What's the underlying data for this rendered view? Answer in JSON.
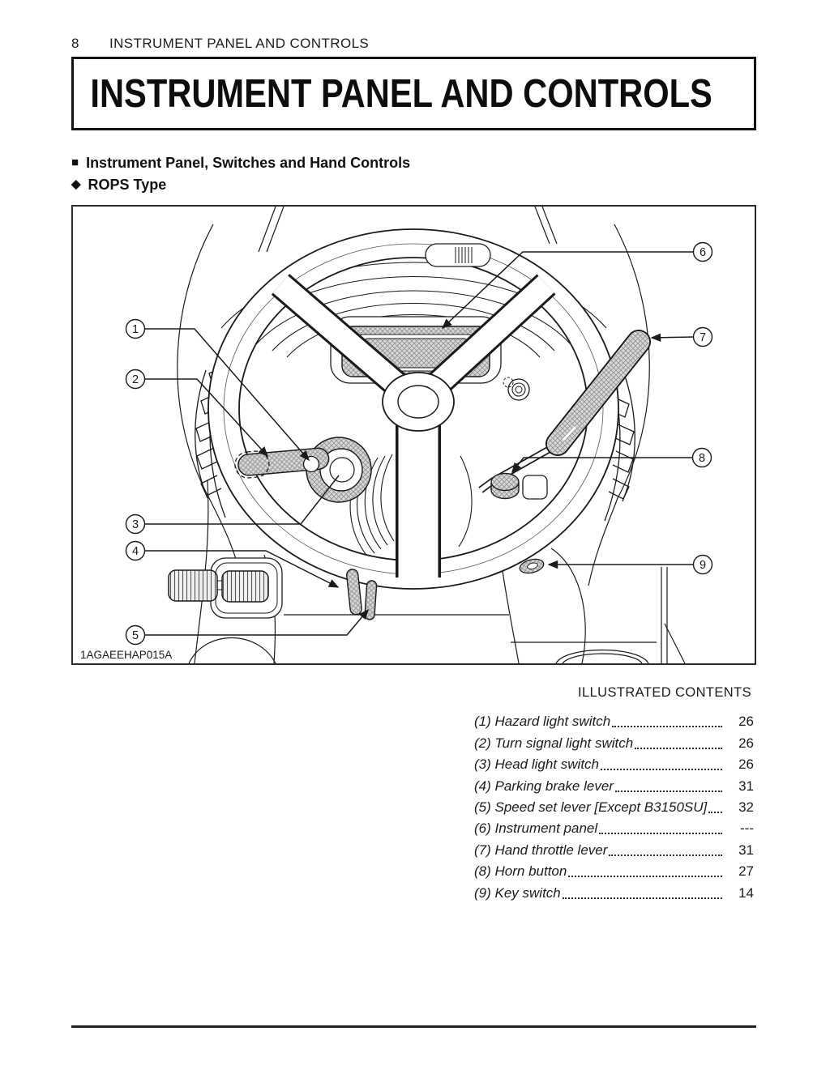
{
  "page": {
    "number": "8",
    "running_title": "INSTRUMENT PANEL AND CONTROLS"
  },
  "title_box": {
    "title": "INSTRUMENT PANEL AND CONTROLS"
  },
  "sections": {
    "main_bullet": "■",
    "main_heading": "Instrument Panel, Switches and Hand Controls",
    "sub_bullet": "◆",
    "sub_heading": "ROPS Type"
  },
  "figure": {
    "code": "1AGAEEHAP015A",
    "callouts": [
      "1",
      "2",
      "3",
      "4",
      "5",
      "6",
      "7",
      "8",
      "9"
    ]
  },
  "contents": {
    "heading": "ILLUSTRATED CONTENTS",
    "items": [
      {
        "label": "(1) Hazard light switch",
        "page": "26"
      },
      {
        "label": "(2) Turn signal light switch",
        "page": "26"
      },
      {
        "label": "(3) Head light switch",
        "page": "26"
      },
      {
        "label": "(4) Parking brake lever",
        "page": "31"
      },
      {
        "label": "(5) Speed set lever [Except B3150SU]",
        "page": "32"
      },
      {
        "label": "(6) Instrument panel",
        "page": "---"
      },
      {
        "label": "(7) Hand throttle lever",
        "page": "31"
      },
      {
        "label": "(8) Horn button",
        "page": "27"
      },
      {
        "label": "(9) Key switch",
        "page": "14"
      }
    ]
  },
  "colors": {
    "ink": "#1a1a1a",
    "hatch_fill": "#d9d9d9",
    "hatch_line": "#999999"
  }
}
